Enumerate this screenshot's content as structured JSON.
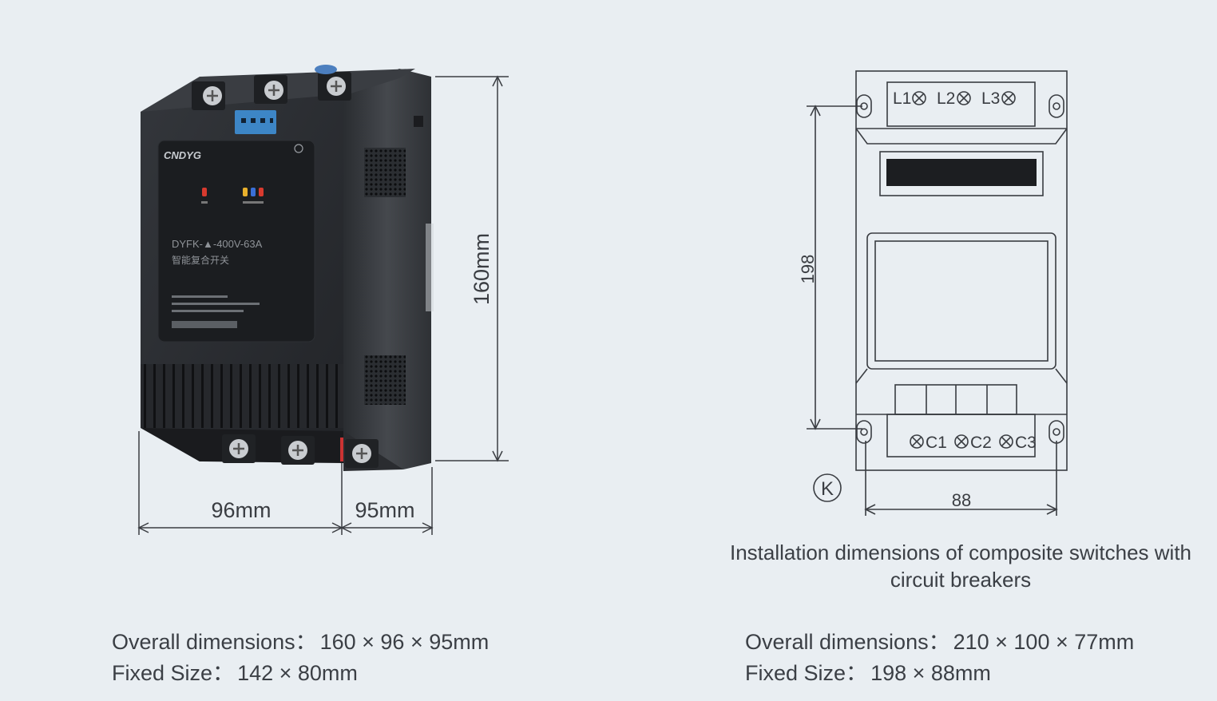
{
  "left_device": {
    "brand": "CNDYG",
    "model_line": "DYFK-▲-400V-63A",
    "name_line": "智能复合开关",
    "dimensions": {
      "height": "160mm",
      "width": "96mm",
      "depth": "95mm"
    }
  },
  "right_drawing": {
    "top_terminals": [
      "L1",
      "L2",
      "L3"
    ],
    "bottom_terminals": [
      "C1",
      "C2",
      "C3"
    ],
    "height_dim": "198",
    "width_dim": "88",
    "k_symbol": "K",
    "caption": "Installation dimensions of composite switches with circuit breakers"
  },
  "specs_left": {
    "overall_label": "Overall dimensions：",
    "overall_value": "160 × 96 × 95mm",
    "fixed_label": "Fixed Size：",
    "fixed_value": "142 × 80mm"
  },
  "specs_right": {
    "overall_label": "Overall dimensions：",
    "overall_value": "210 × 100 × 77mm",
    "fixed_label": "Fixed Size：",
    "fixed_value": "198 × 88mm"
  }
}
